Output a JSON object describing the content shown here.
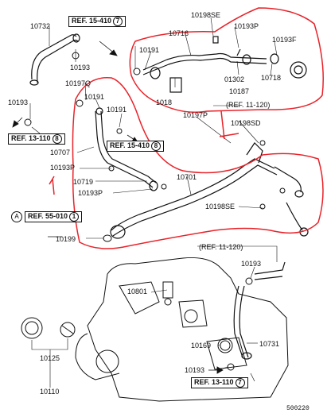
{
  "parts": {
    "p10732": "10732",
    "p10716": "10716",
    "p10198SE_top": "10198SE",
    "p10193P_top": "10193P",
    "p10193F": "10193F",
    "p10191_top": "10191",
    "p10193_a": "10193",
    "p10197Q": "10197Q",
    "p10191_mid": "10191",
    "p10191_right": "10191",
    "p01302": "01302",
    "p10718": "10718",
    "p10187": "10187",
    "p10197P": "10197P",
    "p10198SD": "10198SD",
    "p10193_left": "10193",
    "p10707": "10707",
    "p10193P_mid": "10193P",
    "p10719": "10719",
    "p10193P_low": "10193P",
    "p10701": "10701",
    "p10198SE_mid": "10198SE",
    "p10199": "10199",
    "p10193_low": "10193",
    "p10801": "10801",
    "p10169": "10169",
    "p10731": "10731",
    "p10193_bottom": "10193",
    "p10125": "10125",
    "p10110": "10110",
    "p10181": "1018"
  },
  "refs": {
    "ref15_410_top": "REF. 15-410",
    "ref15_410_top_num": "7",
    "ref11_120_top": "(REF. 11-120)",
    "ref13_110_left": "REF. 13-110",
    "ref13_110_left_num": "8",
    "ref15_410_mid": "REF. 15-410",
    "ref15_410_mid_num": "8",
    "ref55_010": "REF. 55-010",
    "ref55_010_num": "1",
    "ref55_callout": "A",
    "ref11_120_low": "(REF. 11-120)",
    "ref13_110_bottom": "REF. 13-110",
    "ref13_110_bottom_num": "7"
  },
  "doc_number": "500220",
  "colors": {
    "line": "#111111",
    "markup": "#e8232a"
  }
}
